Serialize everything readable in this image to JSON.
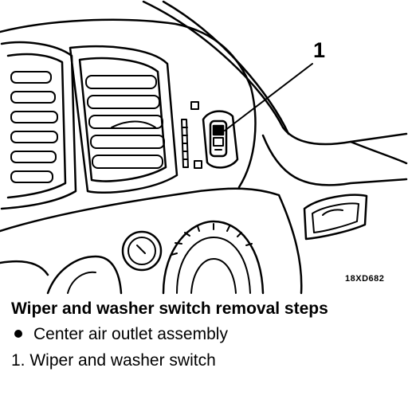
{
  "callout": {
    "number": "1"
  },
  "figure_code": "18XD682",
  "caption": {
    "title": "Wiper and washer switch removal steps",
    "steps": [
      {
        "marker": "bullet",
        "text": "Center air outlet assembly"
      },
      {
        "marker": "1.",
        "text": "Wiper and washer switch"
      }
    ]
  }
}
